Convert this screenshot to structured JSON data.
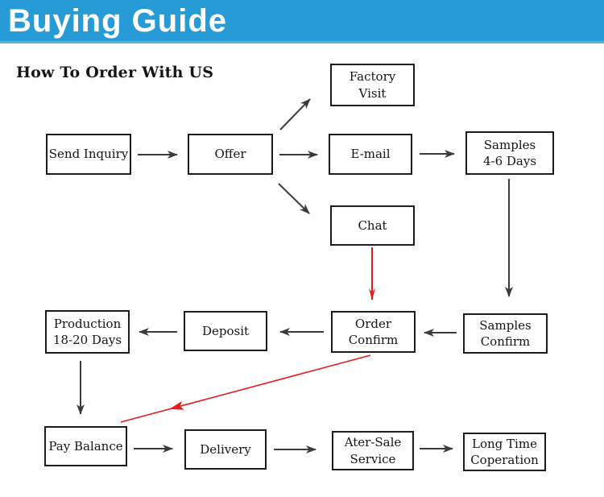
{
  "banner": {
    "title": "Buying Guide"
  },
  "heading": {
    "text": "How To Order With US"
  },
  "colors": {
    "banner_bg": "#269bd5",
    "banner_edge": "#56b1dd",
    "banner_text": "#ffffff",
    "arrow": "#3b3b3d",
    "arrow_red": "#e81c1c",
    "box_border": "#1b1b1b",
    "box_bg": "#ffffff"
  },
  "nodes": {
    "factory_visit": {
      "label": "Factory\nVisit"
    },
    "send_inquiry": {
      "label": "Send Inquiry"
    },
    "offer": {
      "label": "Offer"
    },
    "email": {
      "label": "E-mail"
    },
    "samples_days": {
      "label": "Samples\n4-6 Days"
    },
    "chat": {
      "label": "Chat"
    },
    "production": {
      "label": "Production\n18-20 Days"
    },
    "deposit": {
      "label": "Deposit"
    },
    "order_confirm": {
      "label": "Order\nConfirm"
    },
    "samples_confirm": {
      "label": "Samples\nConfirm"
    },
    "pay_balance": {
      "label": "Pay Balance"
    },
    "delivery": {
      "label": "Delivery"
    },
    "after_sale": {
      "label": "Ater-Sale\nService"
    },
    "long_time": {
      "label": "Long Time\nCoperation"
    }
  },
  "edges": [
    {
      "from": "Send Inquiry",
      "to": "Offer",
      "color": "black"
    },
    {
      "from": "Offer",
      "to": "Factory Visit",
      "color": "black"
    },
    {
      "from": "Offer",
      "to": "E-mail",
      "color": "black"
    },
    {
      "from": "Offer",
      "to": "Chat",
      "color": "black"
    },
    {
      "from": "E-mail",
      "to": "Samples 4-6 Days",
      "color": "black"
    },
    {
      "from": "Samples 4-6 Days",
      "to": "Samples Confirm",
      "color": "black"
    },
    {
      "from": "Chat",
      "to": "Order Confirm",
      "color": "red"
    },
    {
      "from": "Samples Confirm",
      "to": "Order Confirm",
      "color": "black"
    },
    {
      "from": "Order Confirm",
      "to": "Deposit",
      "color": "black"
    },
    {
      "from": "Deposit",
      "to": "Production 18-20 Days",
      "color": "black"
    },
    {
      "from": "Production 18-20 Days",
      "to": "Pay Balance",
      "color": "black"
    },
    {
      "from": "Order Confirm",
      "to": "Pay Balance",
      "color": "red"
    },
    {
      "from": "Pay Balance",
      "to": "Delivery",
      "color": "black"
    },
    {
      "from": "Delivery",
      "to": "Ater-Sale Service",
      "color": "black"
    },
    {
      "from": "Ater-Sale Service",
      "to": "Long Time Coperation",
      "color": "black"
    }
  ]
}
